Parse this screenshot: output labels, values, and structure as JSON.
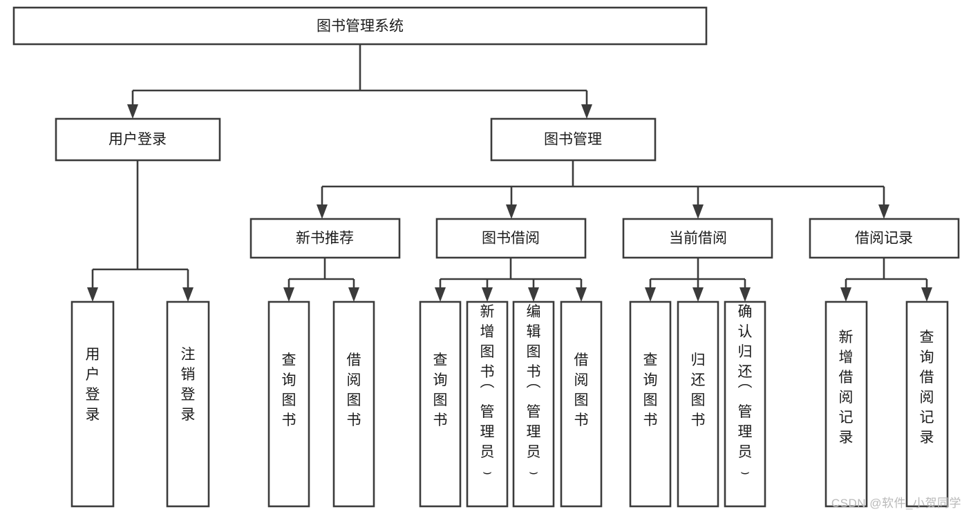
{
  "diagram": {
    "type": "tree-hierarchy-diagram",
    "title": "图书管理系统",
    "root": {
      "id": "root",
      "label": "图书管理系统",
      "orientation": "horizontal"
    },
    "level2": [
      {
        "id": "user-login",
        "label": "用户登录",
        "orientation": "horizontal"
      },
      {
        "id": "book-manage",
        "label": "图书管理",
        "orientation": "horizontal"
      }
    ],
    "level3": [
      {
        "id": "new-book-recommend",
        "label": "新书推荐",
        "orientation": "horizontal",
        "parent": "book-manage"
      },
      {
        "id": "book-borrow",
        "label": "图书借阅",
        "orientation": "horizontal",
        "parent": "book-manage"
      },
      {
        "id": "current-borrow",
        "label": "当前借阅",
        "orientation": "horizontal",
        "parent": "book-manage"
      },
      {
        "id": "borrow-record",
        "label": "借阅记录",
        "orientation": "horizontal",
        "parent": "book-manage"
      }
    ],
    "leaves": [
      {
        "id": "leaf-user-login",
        "label": "用户登录",
        "orientation": "vertical",
        "parent": "user-login"
      },
      {
        "id": "leaf-user-logout",
        "label": "注销登录",
        "orientation": "vertical",
        "parent": "user-login"
      },
      {
        "id": "leaf-query-book-1",
        "label": "查询图书",
        "orientation": "vertical",
        "parent": "new-book-recommend"
      },
      {
        "id": "leaf-borrow-book-1",
        "label": "借阅图书",
        "orientation": "vertical",
        "parent": "new-book-recommend"
      },
      {
        "id": "leaf-query-book-2",
        "label": "查询图书",
        "orientation": "vertical",
        "parent": "book-borrow"
      },
      {
        "id": "leaf-add-book-admin",
        "label": "新增图书（管理员）",
        "orientation": "vertical",
        "parent": "book-borrow"
      },
      {
        "id": "leaf-edit-book-admin",
        "label": "编辑图书（管理员）",
        "orientation": "vertical",
        "parent": "book-borrow"
      },
      {
        "id": "leaf-borrow-book-2",
        "label": "借阅图书",
        "orientation": "vertical",
        "parent": "book-borrow"
      },
      {
        "id": "leaf-query-book-3",
        "label": "查询图书",
        "orientation": "vertical",
        "parent": "current-borrow"
      },
      {
        "id": "leaf-return-book",
        "label": "归还图书",
        "orientation": "vertical",
        "parent": "current-borrow"
      },
      {
        "id": "leaf-confirm-return-admin",
        "label": "确认归还（管理员）",
        "orientation": "vertical",
        "parent": "current-borrow"
      },
      {
        "id": "leaf-add-borrow-record",
        "label": "新增借阅记录",
        "orientation": "vertical",
        "parent": "borrow-record"
      },
      {
        "id": "leaf-query-borrow-record",
        "label": "查询借阅记录",
        "orientation": "vertical",
        "parent": "borrow-record"
      }
    ],
    "colors": {
      "background": "#ffffff",
      "box_fill": "#ffffff",
      "box_stroke": "#3b3b3b",
      "text": "#1b1b1b",
      "watermark": "#b9b9b9"
    }
  },
  "watermark": {
    "text": "CSDN @软件_小贺同学"
  }
}
